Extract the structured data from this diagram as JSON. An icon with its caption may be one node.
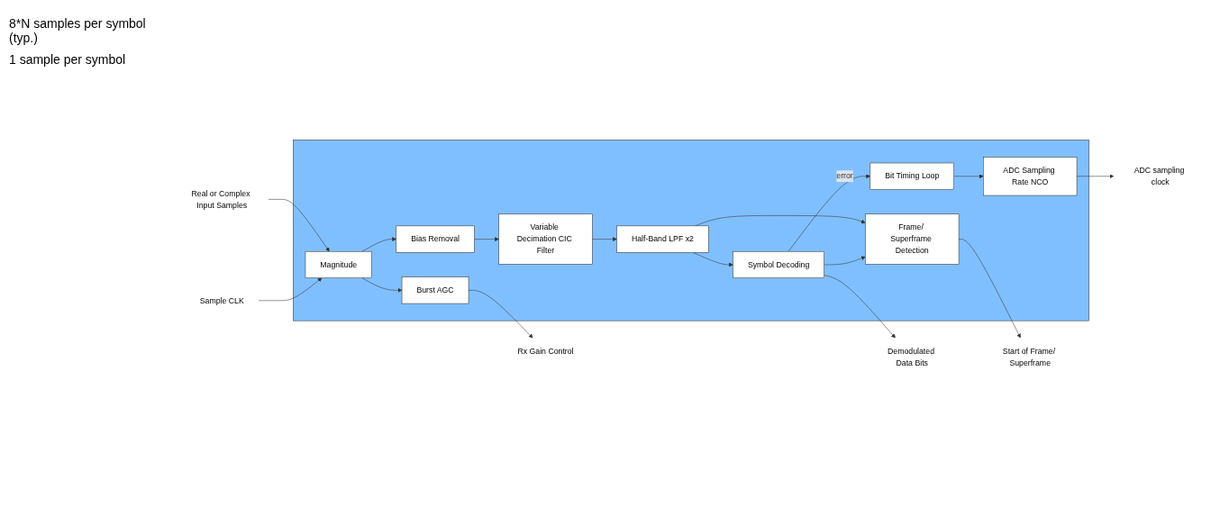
{
  "diagram": {
    "nodes": [
      {
        "text": [],
        "shape": "box"
      },
      {
        "text": [
          "ADC sampling clock"
        ]
      },
      {
        "text": [
          "ADC Sampling Rate NCO"
        ],
        "in": 0
      },
      {
        "text": [
          "Bit Timing Loop"
        ],
        "in": 0
      },
      {
        "text": [
          "Rx Gain Control"
        ]
      },
      {
        "text": [
          "Burst AGC"
        ],
        "in": 0
      },
      {
        "text": [
          "Frame/ Superframe Detection"
        ],
        "in": 0
      },
      {
        "text": [
          "Start of Frame/ Superframe"
        ]
      },
      {
        "text": [
          "Real or Complex Input Samples"
        ]
      },
      {
        "text": [
          "Magnitude"
        ],
        "in": 0
      },
      {
        "text": [
          "Bias Removal"
        ],
        "in": 0
      },
      {
        "text": [
          "Variable Decimation CIC Filter"
        ],
        "in": 0
      },
      {
        "text": [
          "Half-Band LPF x2"
        ],
        "in": 0
      },
      {
        "text": [
          "Symbol Decoding"
        ],
        "in": 0
      },
      {
        "text": [
          "Demodulated Data Bits"
        ]
      },
      {
        "text": [
          "Sample CLK"
        ]
      }
    ],
    "edges": [
      {
        "from": 3,
        "to": 2,
        "arrow": "to"
      },
      {
        "from": 2,
        "to": 1,
        "arrow": "to"
      },
      {
        "from": 5,
        "to": 4,
        "arrow": "to"
      },
      {
        "from": 8,
        "to": 9,
        "arrow": "to"
      },
      {
        "from": 15,
        "to": 9,
        "arrow": "to"
      },
      {
        "from": 9,
        "to": 10,
        "arrow": "to"
      },
      {
        "from": 9,
        "to": 5,
        "arrow": "to"
      },
      {
        "from": 10,
        "to": 11,
        "arrow": "to"
      },
      {
        "from": 11,
        "to": 12,
        "arrow": "to"
      },
      {
        "from": 12,
        "to": 13,
        "arrow": "to"
      },
      {
        "from": 12,
        "to": 6,
        "arrow": "to"
      },
      {
        "from": 6,
        "to": 7,
        "arrow": "to"
      },
      {
        "from": 13,
        "to": 14,
        "arrow": "to"
      },
      {
        "from": 13,
        "to": 6,
        "arrow": "to"
      },
      {
        "from": 13,
        "to": 3,
        "label": "error",
        "arrow": "to"
      }
    ],
    "labels": [
      "8*N samples per symbol (typ.)",
      "1 sample per symbol"
    ]
  }
}
